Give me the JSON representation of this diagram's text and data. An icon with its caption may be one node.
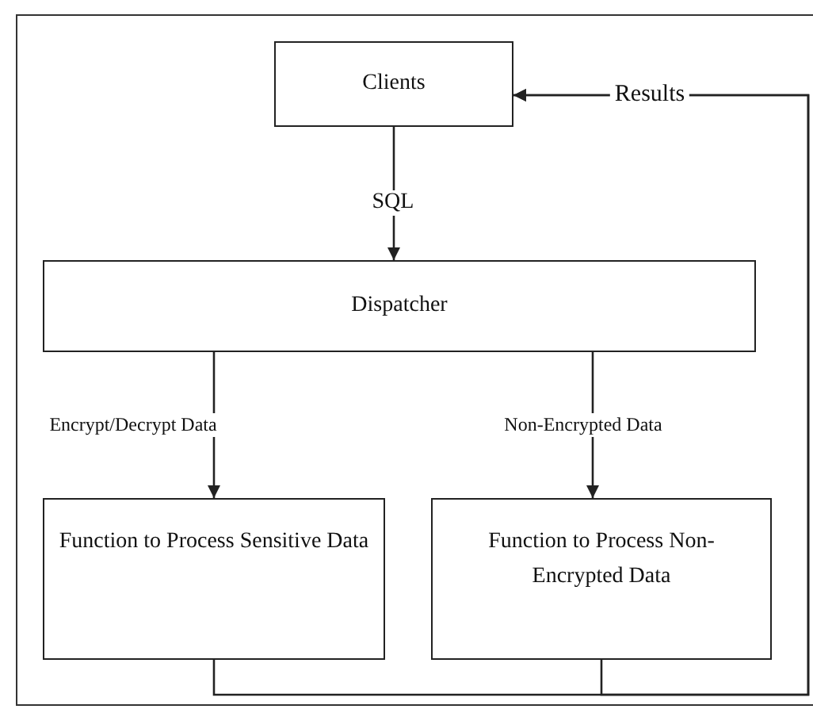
{
  "diagram": {
    "nodes": [
      {
        "text": [
          "Clients"
        ]
      },
      {
        "text": [
          "Dispatcher"
        ]
      },
      {
        "text": [
          "Function to Process Sensitive Data"
        ]
      },
      {
        "text": [
          "Function to Process Non-Encrypted Data"
        ]
      }
    ],
    "edges": [
      {
        "from": 0,
        "to": 1,
        "arrow": "to",
        "label": "SQL"
      },
      {
        "from": 1,
        "to": 2,
        "arrow": "to",
        "label": "Encrypt/Decrypt Data"
      },
      {
        "from": 1,
        "to": 3,
        "arrow": "to",
        "label": "Non-Encrypted Data"
      },
      {
        "from": 2,
        "to": 0,
        "arrow": "to",
        "label": "Results"
      },
      {
        "from": 3,
        "to": 0,
        "arrow": "to"
      }
    ]
  }
}
